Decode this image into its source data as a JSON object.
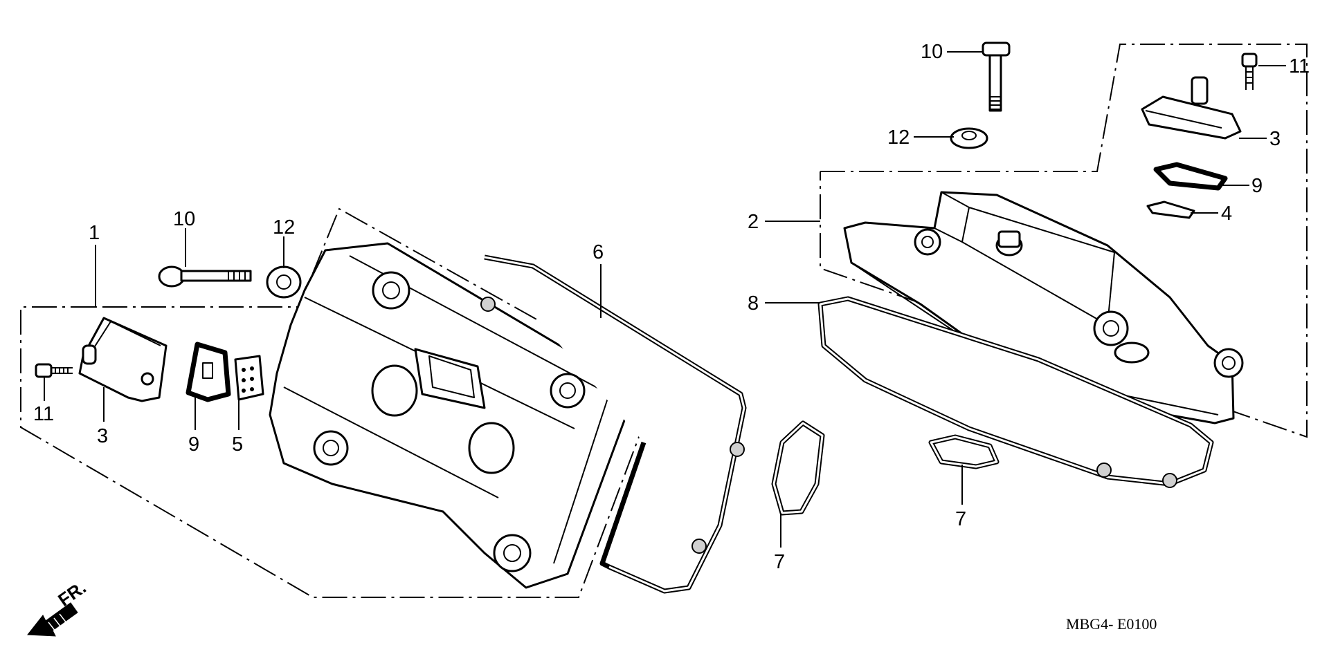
{
  "diagram": {
    "drawing_code": "MBG4- E0100",
    "direction_label": "FR.",
    "callouts_left": {
      "c1": "1",
      "c10": "10",
      "c12": "12",
      "c6": "6",
      "c11": "11",
      "c3": "3",
      "c9": "9",
      "c5": "5",
      "c7": "7"
    },
    "callouts_right": {
      "c10": "10",
      "c11": "11",
      "c12": "12",
      "c3": "3",
      "c9": "9",
      "c4": "4",
      "c2": "2",
      "c8": "8",
      "c7": "7"
    }
  }
}
